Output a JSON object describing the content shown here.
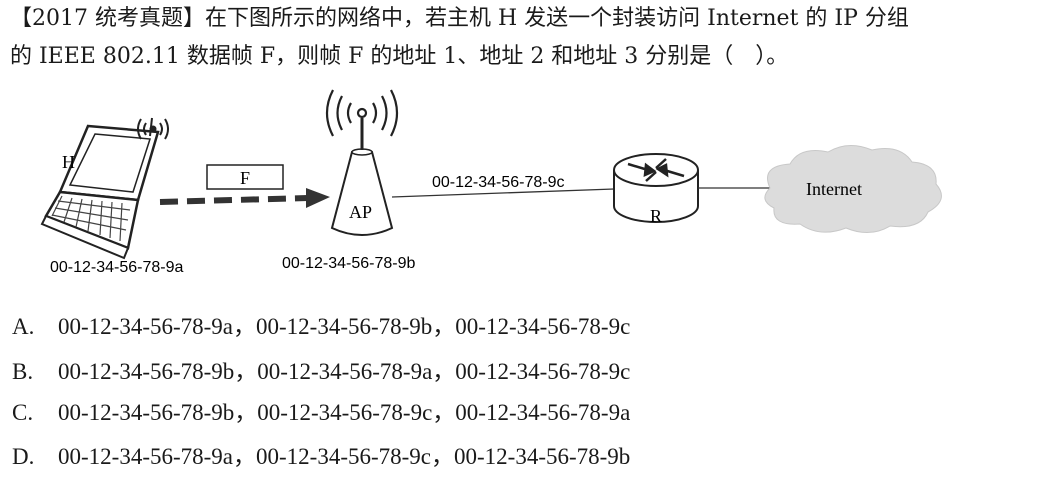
{
  "question": {
    "line1": "【2017 统考真题】在下图所示的网络中，若主机 H 发送一个封装访问 Internet 的 IP 分组",
    "line2": "的 IEEE 802.11 数据帧 F，则帧 F 的地址 1、地址 2 和地址 3 分别是（　）。"
  },
  "diagram": {
    "host_label": "H",
    "host_mac": "00-12-34-56-78-9a",
    "frame_label": "F",
    "ap_label": "AP",
    "ap_mac": "00-12-34-56-78-9b",
    "link_mac": "00-12-34-56-78-9c",
    "router_label": "R",
    "internet_label": "Internet"
  },
  "options": [
    {
      "letter": "A.",
      "text": "00-12-34-56-78-9a，00-12-34-56-78-9b，00-12-34-56-78-9c"
    },
    {
      "letter": "B.",
      "text": "00-12-34-56-78-9b，00-12-34-56-78-9a，00-12-34-56-78-9c"
    },
    {
      "letter": "C.",
      "text": "00-12-34-56-78-9b，00-12-34-56-78-9c，00-12-34-56-78-9a"
    },
    {
      "letter": "D.",
      "text": "00-12-34-56-78-9a，00-12-34-56-78-9c，00-12-34-56-78-9b"
    }
  ]
}
